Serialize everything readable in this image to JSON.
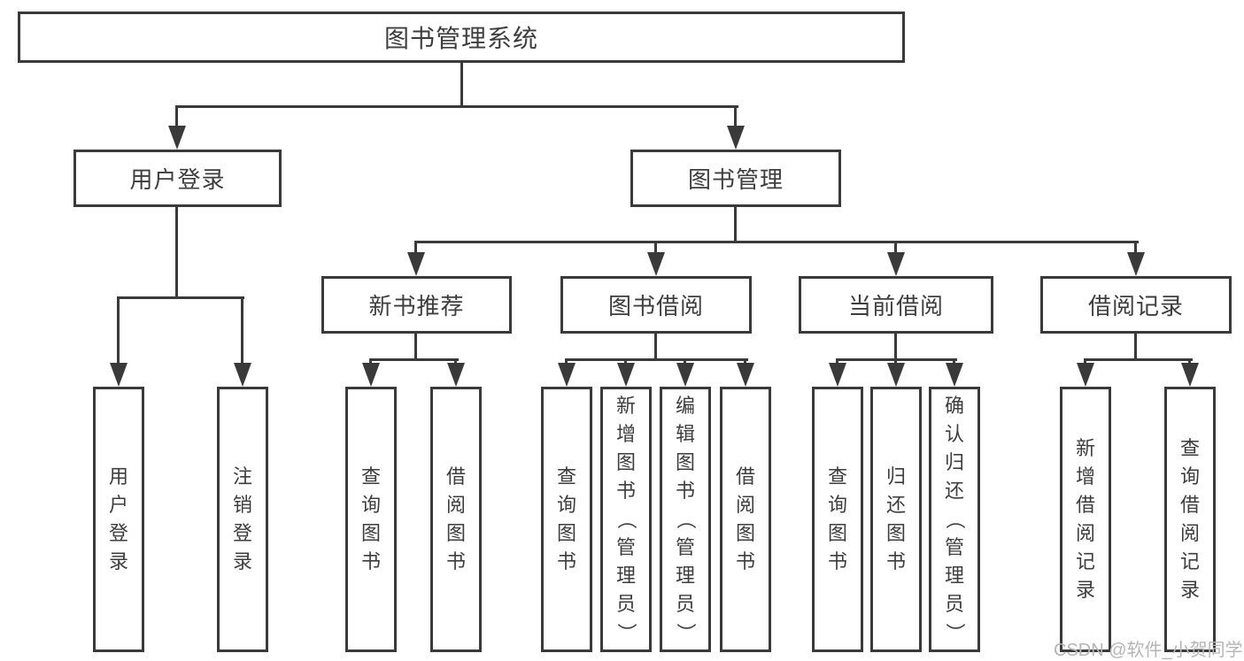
{
  "diagram": {
    "root": {
      "label": "图书管理系统"
    },
    "level2": [
      {
        "label": "用户登录"
      },
      {
        "label": "图书管理"
      }
    ],
    "level3": [
      {
        "label": "新书推荐"
      },
      {
        "label": "图书借阅"
      },
      {
        "label": "当前借阅"
      },
      {
        "label": "借阅记录"
      }
    ],
    "leaves": {
      "user_login": [
        "用户登录",
        "注销登录"
      ],
      "new_book": [
        "查询图书",
        "借阅图书"
      ],
      "book_borrow": [
        "查询图书",
        "新增图书（管理员）",
        "编辑图书（管理员）",
        "借阅图书"
      ],
      "current_borrow": [
        "查询图书",
        "归还图书",
        "确认归还（管理员）"
      ],
      "borrow_record": [
        "新增借阅记录",
        "查询借阅记录"
      ]
    },
    "colors": {
      "line": "#3a3a3a",
      "text": "#3d3d3d",
      "background": "#ffffff",
      "watermark_text": "#b5b5b5"
    },
    "watermark": "CSDN @软件_小贺同学"
  }
}
